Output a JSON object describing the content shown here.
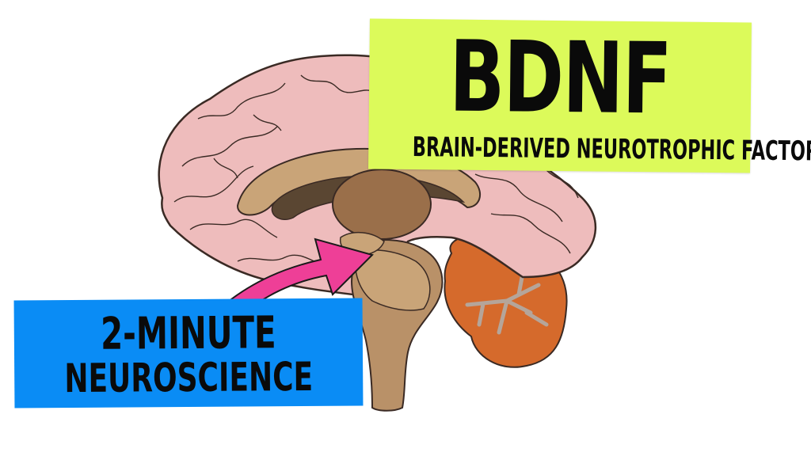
{
  "title": {
    "abbreviation": "BDNF",
    "full_name": "BRAIN-DERIVED NEUROTROPHIC FACTOR"
  },
  "series": {
    "line1": "2-MINUTE",
    "line2": "NEUROSCIENCE"
  },
  "colors": {
    "background": "#ffffff",
    "title_banner": "#dcfa5a",
    "series_banner": "#0a8cf5",
    "arrow": "#ee3f97",
    "cortex": "#eebcbc",
    "brain_outline": "#3a2a24",
    "corpus_callosum": "#c9a478",
    "ventricle": "#5a4632",
    "thalamus": "#9a6f4a",
    "brainstem": "#b99168",
    "cerebellum": "#d56a2c",
    "cerebellum_white_matter": "#b5a59a"
  },
  "icons": [
    "brain-sagittal-illustration",
    "curved-arrow-icon"
  ]
}
